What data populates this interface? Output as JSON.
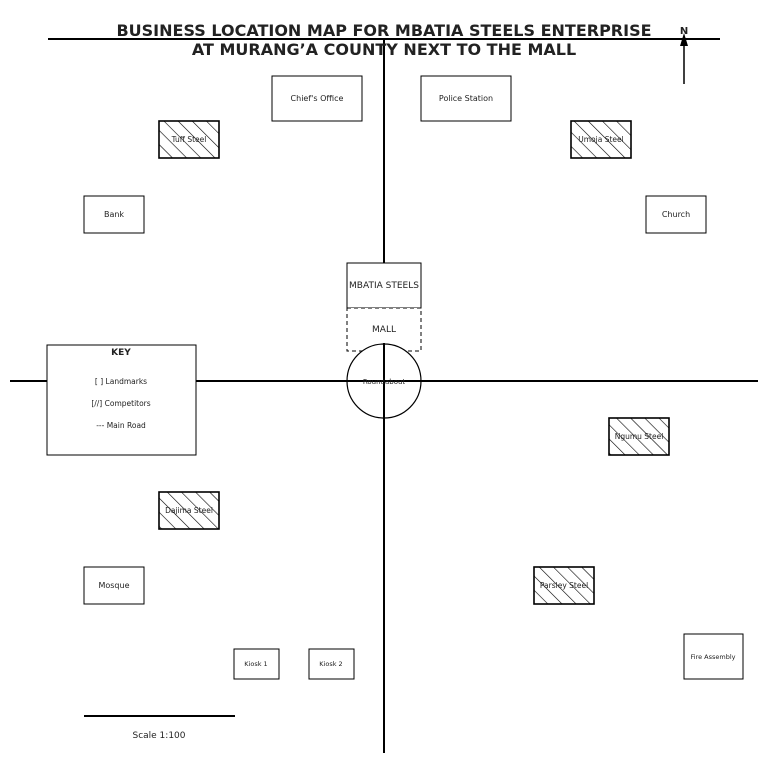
{
  "title": {
    "line1": "BUSINESS LOCATION MAP FOR MBATIA STEELS ENTERPRISE",
    "line2": "AT MURANG’A COUNTY NEXT TO THE MALL"
  },
  "north_label": "N",
  "landmarks": {
    "chiefs_office": "Chief's Office",
    "police_station": "Police Station",
    "bank": "Bank",
    "church": "Church",
    "mosque": "Mosque",
    "kiosk_1": "Kiosk 1",
    "kiosk_2": "Kiosk 2",
    "fire_assembly": "Fire Assembly"
  },
  "competitors": {
    "tuff_steel": "Tuff Steel",
    "umoja_steel": "Umoja Steel",
    "ngumu_steel": "Ngumu Steel",
    "dajima_steel": "Dajima Steel",
    "parsley_steel": "Parsley Steel"
  },
  "business": "MBATIA STEELS",
  "mall": "MALL",
  "roundabout": "Roundabout",
  "key": {
    "title": "KEY",
    "landmarks": "[ ] Landmarks",
    "competitors": "[//] Competitors",
    "main_road": "--- Main Road"
  },
  "scale": "Scale 1:100",
  "colors": {
    "ink": "#000000",
    "text": "#222222",
    "background": "#ffffff"
  }
}
